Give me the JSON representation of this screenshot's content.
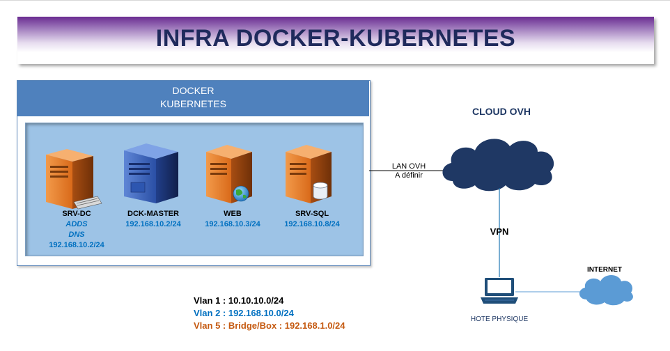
{
  "title": "INFRA DOCKER-KUBERNETES",
  "group": {
    "line1": "DOCKER",
    "line2": "KUBERNETES"
  },
  "servers": [
    {
      "name": "SRV-DC",
      "roles": [
        "ADDS",
        "DNS"
      ],
      "ip": "192.168.10.2/24",
      "icon": "orange-server-with-keyboard-icon"
    },
    {
      "name": "DCK-MASTER",
      "ip": "192.168.10.2/24",
      "icon": "blue-server-icon"
    },
    {
      "name": "WEB",
      "ip": "192.168.10.3/24",
      "icon": "orange-server-with-globe-icon"
    },
    {
      "name": "SRV-SQL",
      "ip": "192.168.10.8/24",
      "icon": "orange-server-with-database-icon"
    }
  ],
  "cloud": {
    "title": "CLOUD OVH"
  },
  "lan": {
    "line1": "LAN OVH",
    "line2": "A définir"
  },
  "vpn": "VPN",
  "internet": "INTERNET",
  "host": "HOTE PHYSIQUE",
  "vlans": [
    "Vlan 1 : 10.10.10.0/24",
    "Vlan 2 : 192.168.10.0/24",
    "Vlan 5 : Bridge/Box : 192.168.1.0/24"
  ],
  "colors": {
    "title": "#1f2a5c",
    "header": "#4f81bd",
    "inner": "#9dc3e6",
    "ip": "#0070c0",
    "vlan5": "#c55a11",
    "cloud_dark": "#1f3864",
    "cloud_light": "#5b9bd5"
  }
}
